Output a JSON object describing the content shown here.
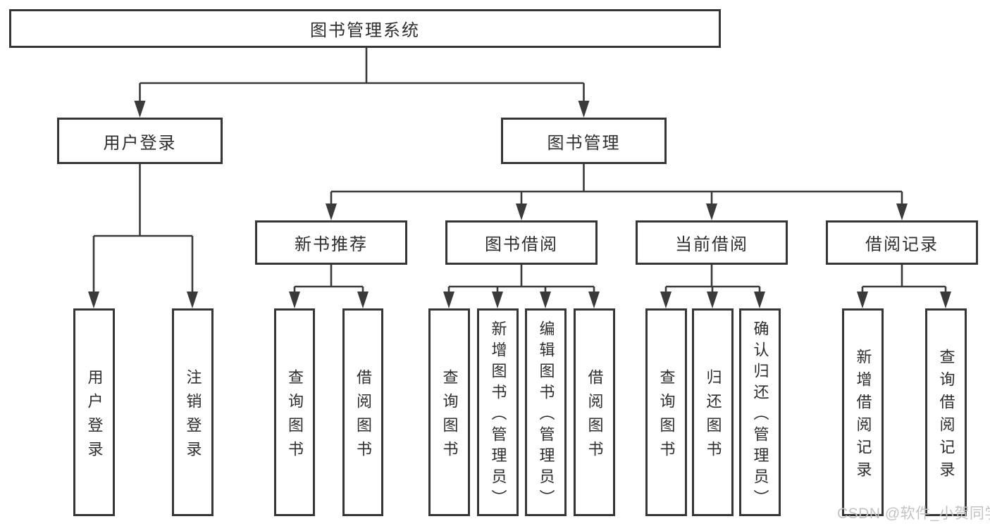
{
  "nodes": {
    "root": {
      "label": "图书管理系统"
    },
    "level2": [
      {
        "label": "用户登录"
      },
      {
        "label": "图书管理"
      }
    ],
    "level3": [
      {
        "label": "新书推荐"
      },
      {
        "label": "图书借阅"
      },
      {
        "label": "当前借阅"
      },
      {
        "label": "借阅记录"
      }
    ],
    "leaves": [
      {
        "label": "用户登录"
      },
      {
        "label": "注销登录"
      },
      {
        "label": "查询图书"
      },
      {
        "label": "借阅图书"
      },
      {
        "label": "查询图书"
      },
      {
        "label": "新增图书（管理员）"
      },
      {
        "label": "编辑图书（管理员）"
      },
      {
        "label": "借阅图书"
      },
      {
        "label": "查询图书"
      },
      {
        "label": "归还图书"
      },
      {
        "label": "确认归还（管理员）"
      },
      {
        "label": "新增借阅记录"
      },
      {
        "label": "查询借阅记录"
      }
    ]
  },
  "watermark": {
    "text": "CSDN @软件_小贺同学"
  },
  "colors": {
    "line": "#3a3a3a",
    "border": "#363636",
    "text": "#2e2e2e",
    "watermark": "#c3c3c3",
    "background": "#ffffff"
  }
}
